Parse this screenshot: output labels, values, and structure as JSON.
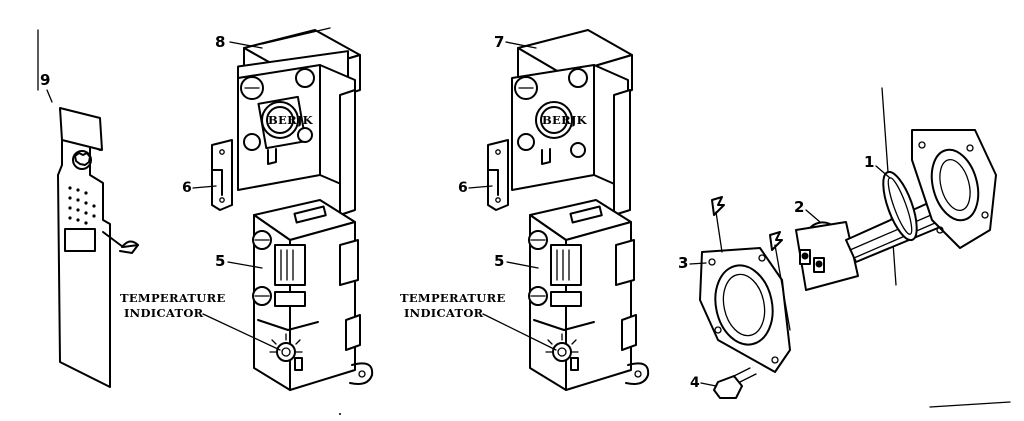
{
  "callouts": {
    "part_9": "9",
    "part_8": "8",
    "part_7": "7",
    "part_6_left": "6",
    "part_6_right": "6",
    "part_5_left": "5",
    "part_5_right": "5",
    "part_3": "3",
    "part_2": "2",
    "part_1": "1",
    "part_4": "4"
  },
  "notes": {
    "temperature_left": "TEMPERATURE",
    "indicator_left": "INDICATOR",
    "temperature_right": "TEMPERATURE",
    "indicator_right": "INDICATOR"
  },
  "colors": {
    "ink": "#000000",
    "paper": "#ffffff"
  }
}
